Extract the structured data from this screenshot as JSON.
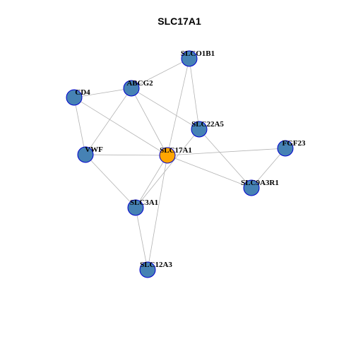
{
  "title": "SLC17A1",
  "colors": {
    "center": "#ffa500",
    "neighbor": "#4682b4",
    "node_border": "#0000cd",
    "edge": "#b3b3b3"
  },
  "nodes": [
    {
      "id": "SLCO1B1",
      "label": "SLCO1B1",
      "center": false
    },
    {
      "id": "ABCG2",
      "label": "ABCG2",
      "center": false
    },
    {
      "id": "CD4",
      "label": "CD4",
      "center": false
    },
    {
      "id": "SLC22A5",
      "label": "SLC22A5",
      "center": false
    },
    {
      "id": "FGF23",
      "label": "FGF23",
      "center": false
    },
    {
      "id": "VWF",
      "label": "VWF",
      "center": false
    },
    {
      "id": "SLC17A1",
      "label": "SLC17A1",
      "center": true
    },
    {
      "id": "SLC9A3R1",
      "label": "SLC9A3R1",
      "center": false
    },
    {
      "id": "SLC3A1",
      "label": "SLC3A1",
      "center": false
    },
    {
      "id": "SLC12A3",
      "label": "SLC12A3",
      "center": false
    }
  ],
  "edges": [
    [
      "SLCO1B1",
      "ABCG2"
    ],
    [
      "SLCO1B1",
      "SLC22A5"
    ],
    [
      "SLCO1B1",
      "SLC17A1"
    ],
    [
      "ABCG2",
      "CD4"
    ],
    [
      "ABCG2",
      "VWF"
    ],
    [
      "ABCG2",
      "SLC17A1"
    ],
    [
      "ABCG2",
      "SLC22A5"
    ],
    [
      "CD4",
      "VWF"
    ],
    [
      "CD4",
      "SLC17A1"
    ],
    [
      "VWF",
      "SLC17A1"
    ],
    [
      "VWF",
      "SLC3A1"
    ],
    [
      "SLC22A5",
      "SLC9A3R1"
    ],
    [
      "SLC22A5",
      "SLC3A1"
    ],
    [
      "SLC17A1",
      "FGF23"
    ],
    [
      "SLC17A1",
      "SLC9A3R1"
    ],
    [
      "SLC17A1",
      "SLC3A1"
    ],
    [
      "SLC17A1",
      "SLC12A3"
    ],
    [
      "FGF23",
      "SLC9A3R1"
    ],
    [
      "SLC3A1",
      "SLC12A3"
    ]
  ]
}
